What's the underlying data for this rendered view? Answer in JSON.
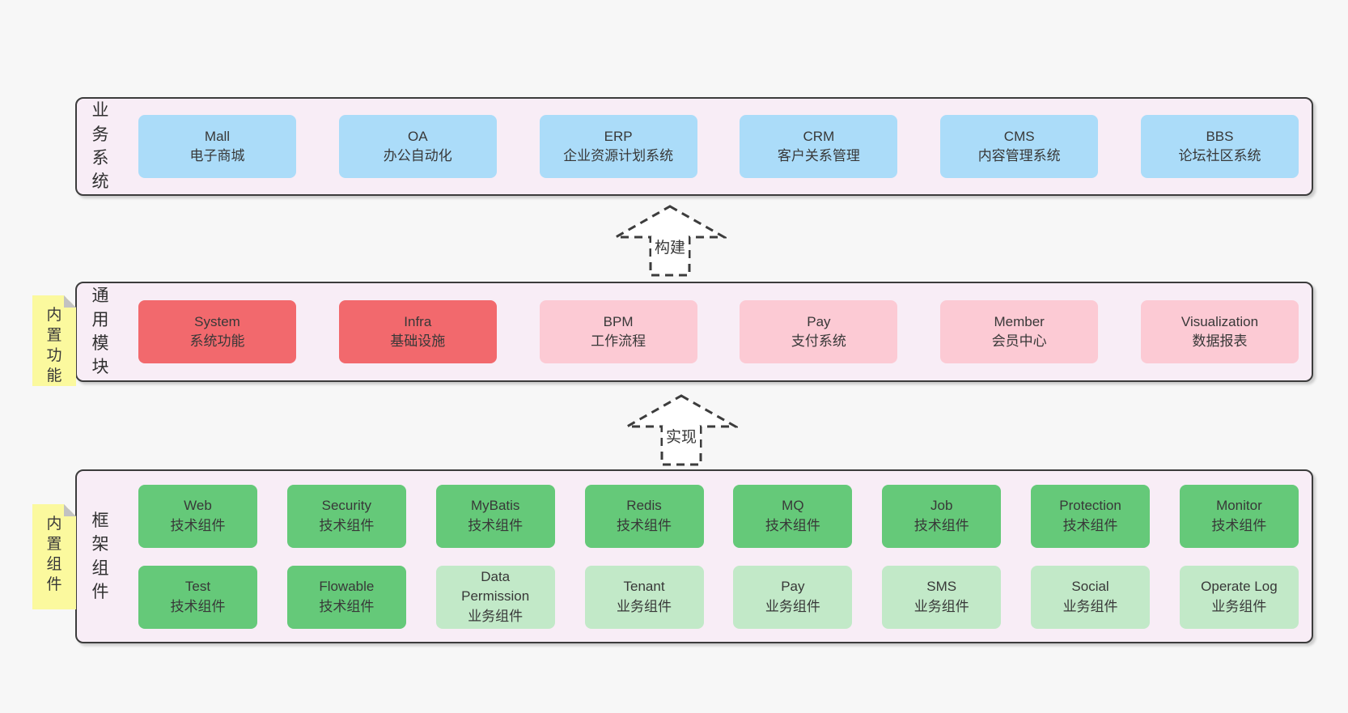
{
  "colors": {
    "blue": "#abdcf9",
    "red": "#f2696d",
    "pink": "#fccad4",
    "green": "#65c979",
    "light_green": "#c2e9c8",
    "band_bg": "#f8edf6",
    "sticky_bg": "#fbf99e",
    "page_bg": "#f7f7f7",
    "line": "#3c3c3c"
  },
  "arrows": [
    {
      "id": "build",
      "label": "构建"
    },
    {
      "id": "implement",
      "label": "实现"
    }
  ],
  "bands": [
    {
      "id": "business-systems",
      "label": "业务系统",
      "sticky": null,
      "rows": [
        [
          {
            "id": "mall",
            "title": "Mall",
            "subtitle": "电子商城",
            "color": "blue"
          },
          {
            "id": "oa",
            "title": "OA",
            "subtitle": "办公自动化",
            "color": "blue"
          },
          {
            "id": "erp",
            "title": "ERP",
            "subtitle": "企业资源计划系统",
            "color": "blue"
          },
          {
            "id": "crm",
            "title": "CRM",
            "subtitle": "客户关系管理",
            "color": "blue"
          },
          {
            "id": "cms",
            "title": "CMS",
            "subtitle": "内容管理系统",
            "color": "blue"
          },
          {
            "id": "bbs",
            "title": "BBS",
            "subtitle": "论坛社区系统",
            "color": "blue"
          }
        ]
      ]
    },
    {
      "id": "common-modules",
      "label": "通用模块",
      "sticky": "内置功能",
      "rows": [
        [
          {
            "id": "system",
            "title": "System",
            "subtitle": "系统功能",
            "color": "red"
          },
          {
            "id": "infra",
            "title": "Infra",
            "subtitle": "基础设施",
            "color": "red"
          },
          {
            "id": "bpm",
            "title": "BPM",
            "subtitle": "工作流程",
            "color": "pink"
          },
          {
            "id": "pay-system",
            "title": "Pay",
            "subtitle": "支付系统",
            "color": "pink"
          },
          {
            "id": "member",
            "title": "Member",
            "subtitle": "会员中心",
            "color": "pink"
          },
          {
            "id": "visualization",
            "title": "Visualization",
            "subtitle": "数据报表",
            "color": "pink"
          }
        ]
      ]
    },
    {
      "id": "framework-components",
      "label": "框架组件",
      "sticky": "内置组件",
      "rows": [
        [
          {
            "id": "web",
            "title": "Web",
            "subtitle": "技术组件",
            "color": "green"
          },
          {
            "id": "security",
            "title": "Security",
            "subtitle": "技术组件",
            "color": "green"
          },
          {
            "id": "mybatis",
            "title": "MyBatis",
            "subtitle": "技术组件",
            "color": "green"
          },
          {
            "id": "redis",
            "title": "Redis",
            "subtitle": "技术组件",
            "color": "green"
          },
          {
            "id": "mq",
            "title": "MQ",
            "subtitle": "技术组件",
            "color": "green"
          },
          {
            "id": "job",
            "title": "Job",
            "subtitle": "技术组件",
            "color": "green"
          },
          {
            "id": "protection",
            "title": "Protection",
            "subtitle": "技术组件",
            "color": "green"
          },
          {
            "id": "monitor",
            "title": "Monitor",
            "subtitle": "技术组件",
            "color": "green"
          }
        ],
        [
          {
            "id": "test",
            "title": "Test",
            "subtitle": "技术组件",
            "color": "green"
          },
          {
            "id": "flowable",
            "title": "Flowable",
            "subtitle": "技术组件",
            "color": "green"
          },
          {
            "id": "data-permission",
            "title": "Data Permission",
            "subtitle": "业务组件",
            "color": "light_green"
          },
          {
            "id": "tenant",
            "title": "Tenant",
            "subtitle": "业务组件",
            "color": "light_green"
          },
          {
            "id": "pay-component",
            "title": "Pay",
            "subtitle": "业务组件",
            "color": "light_green"
          },
          {
            "id": "sms",
            "title": "SMS",
            "subtitle": "业务组件",
            "color": "light_green"
          },
          {
            "id": "social",
            "title": "Social",
            "subtitle": "业务组件",
            "color": "light_green"
          },
          {
            "id": "operate-log",
            "title": "Operate Log",
            "subtitle": "业务组件",
            "color": "light_green"
          }
        ]
      ]
    }
  ]
}
